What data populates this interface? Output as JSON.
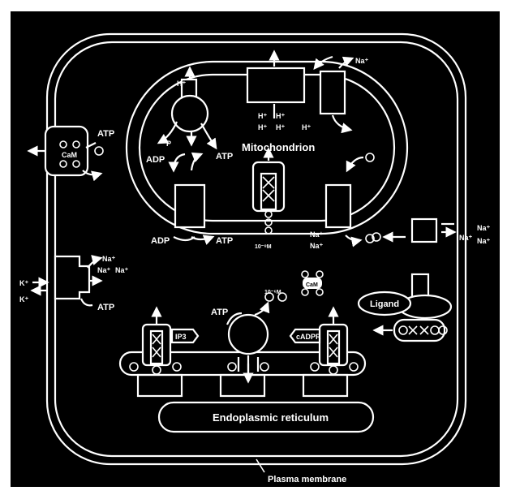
{
  "colors": {
    "background": "#000000",
    "line": "#ffffff",
    "page": "#ffffff"
  },
  "labels": {
    "mitochondrion": "Mitochondrion",
    "er": "Endoplasmic reticulum",
    "plasma_membrane": "Plasma membrane",
    "ligand": "Ligand",
    "cam": "CaM",
    "cam_free": "CaM",
    "ip3": "IP3",
    "cadpr": "cADPR",
    "atp": "ATP",
    "adp": "ADP",
    "p": "P",
    "h": "H⁺",
    "na": "Na⁺",
    "k": "K⁺",
    "conc_low": "10⁻⁸M",
    "conc_mid": "10⁻⁶M"
  }
}
